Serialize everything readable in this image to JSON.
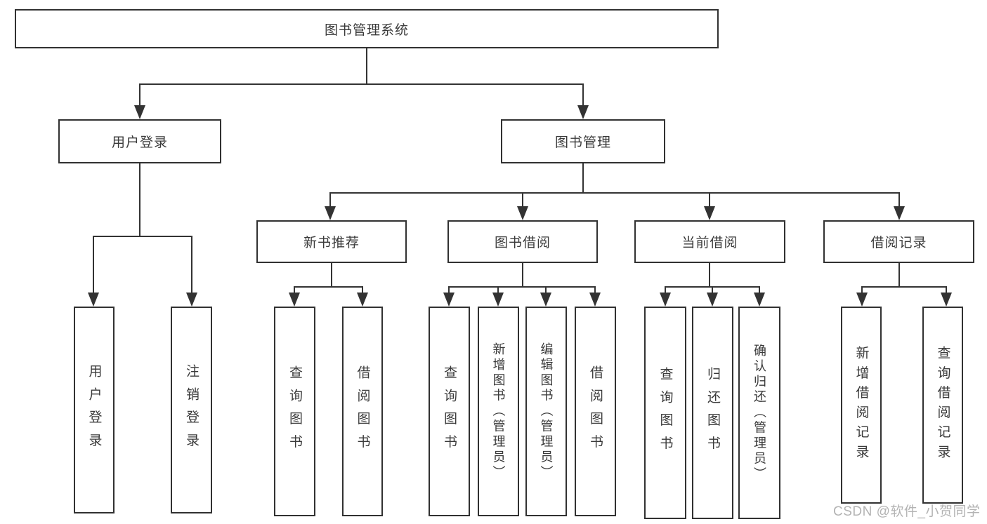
{
  "diagram": {
    "title": "图书管理系统",
    "level2": {
      "user_login": "用户登录",
      "book_mgmt": "图书管理"
    },
    "level3": {
      "new_book_rec": "新书推荐",
      "book_borrow": "图书借阅",
      "current_borrow": "当前借阅",
      "borrow_record": "借阅记录"
    },
    "leaves": {
      "user_login_action": "用户登录",
      "logout": "注销登录",
      "rec_query_book": "查询图书",
      "rec_borrow_book": "借阅图书",
      "bb_query_book": "查询图书",
      "bb_add_book": "新增图书（管理员）",
      "bb_edit_book": "编辑图书（管理员）",
      "bb_borrow_book": "借阅图书",
      "cb_query_book": "查询图书",
      "cb_return_book": "归还图书",
      "cb_confirm_return": "确认归还（管理员）",
      "br_add_record": "新增借阅记录",
      "br_query_record": "查询借阅记录"
    }
  },
  "watermark": {
    "text": "CSDN @软件_小贺同学"
  },
  "colors": {
    "line": "#333333",
    "box_border": "#313131",
    "text": "#3a3a3a",
    "background": "#ffffff",
    "watermark": "#b3b3b3"
  }
}
